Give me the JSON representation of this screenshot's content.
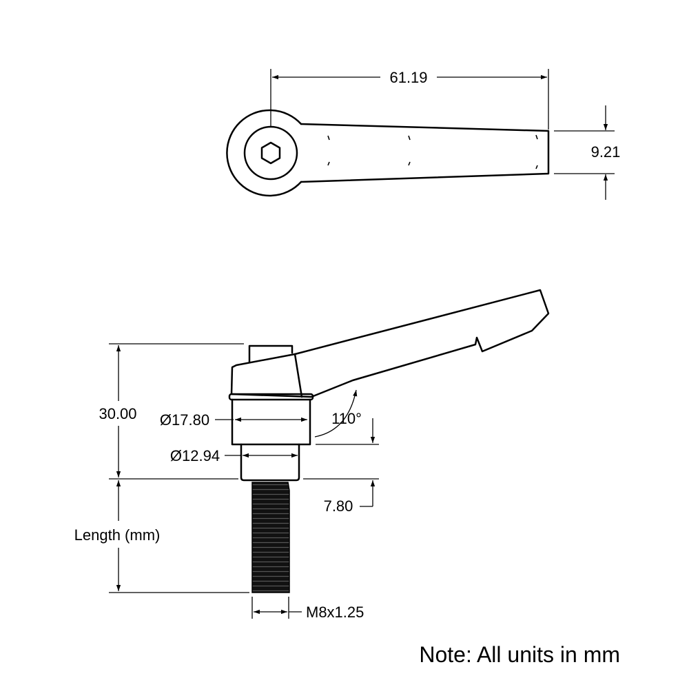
{
  "dimensions": {
    "lever_length": "61.19",
    "lever_thickness": "9.21",
    "overall_height": "30.00",
    "diameter_large": "Ø17.80",
    "diameter_small": "Ø12.94",
    "angle": "110°",
    "shoulder_height": "7.80",
    "thread_length": "Length (mm)",
    "thread_spec": "M8x1.25"
  },
  "note": "Note: All units in mm",
  "colors": {
    "line": "#000000",
    "background": "#ffffff",
    "thread": "#111111"
  }
}
